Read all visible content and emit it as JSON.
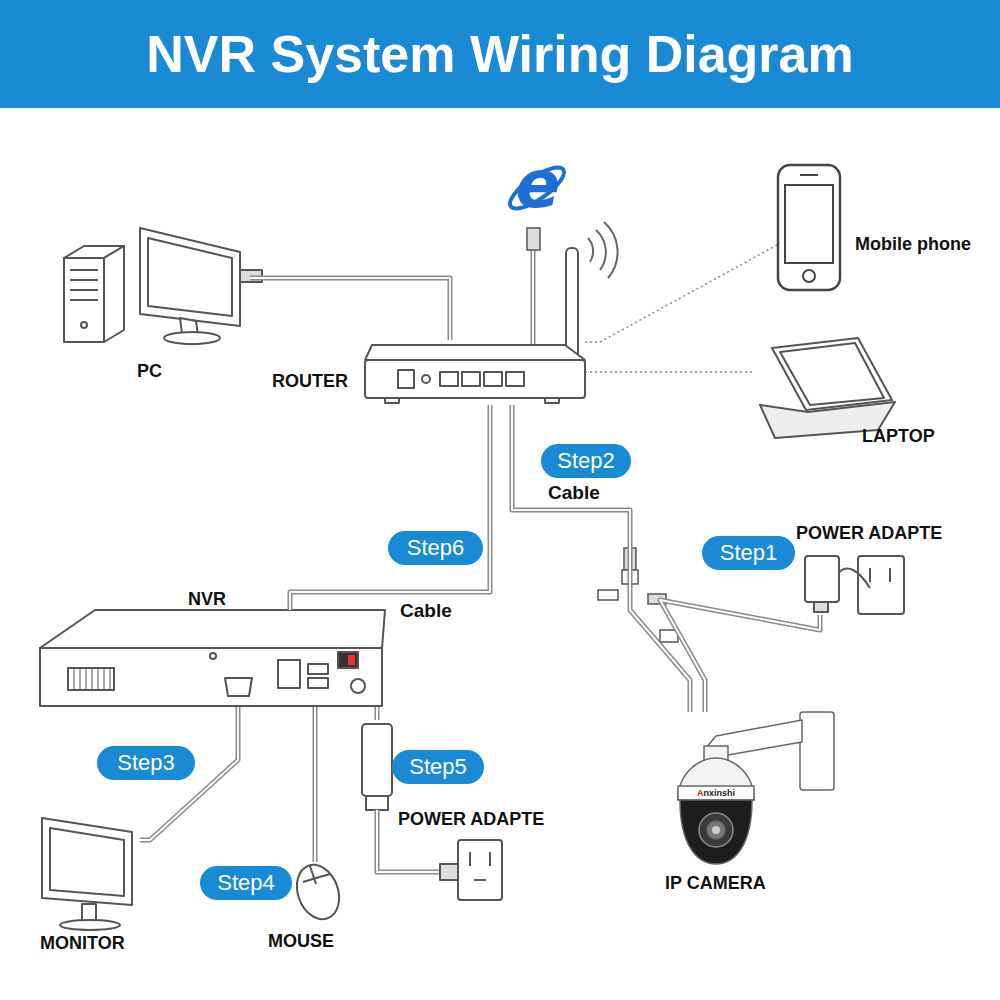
{
  "diagram": {
    "title": "NVR System Wiring Diagram",
    "nodes": [
      {
        "text": [
          "PC"
        ]
      },
      {
        "text": [
          "ROUTER"
        ]
      },
      {
        "text": [
          "Mobile phone"
        ]
      },
      {
        "text": [
          "LAPTOP"
        ]
      },
      {
        "text": [
          "Step2"
        ]
      },
      {
        "text": [
          "Step6"
        ]
      },
      {
        "text": [
          "Step1"
        ]
      },
      {
        "text": [
          "POWER ADAPTE"
        ]
      },
      {
        "text": [
          "NVR"
        ]
      },
      {
        "text": [
          "Step3"
        ]
      },
      {
        "text": [
          "Step5"
        ]
      },
      {
        "text": [
          "POWER ADAPTE"
        ]
      },
      {
        "text": [
          "IP CAMERA"
        ]
      },
      {
        "text": [
          "Step4"
        ]
      },
      {
        "text": [
          "MONITOR"
        ]
      },
      {
        "text": [
          "MOUSE"
        ]
      }
    ],
    "edges": [
      {
        "from": 0,
        "to": 1,
        "arrow": "none"
      },
      {
        "from": 1,
        "to": 2,
        "arrow": "none"
      },
      {
        "from": 1,
        "to": 3,
        "arrow": "none"
      },
      {
        "from": 1,
        "to": 12,
        "label": "Cable",
        "arrow": "none"
      },
      {
        "from": 7,
        "to": 12,
        "arrow": "none"
      },
      {
        "from": 1,
        "to": 8,
        "label": "Cable",
        "arrow": "none"
      },
      {
        "from": 8,
        "to": 14,
        "arrow": "none"
      },
      {
        "from": 8,
        "to": 15,
        "arrow": "none"
      },
      {
        "from": 8,
        "to": 11,
        "arrow": "none"
      }
    ],
    "labels": [
      "e",
      "Anxinshi"
    ]
  }
}
